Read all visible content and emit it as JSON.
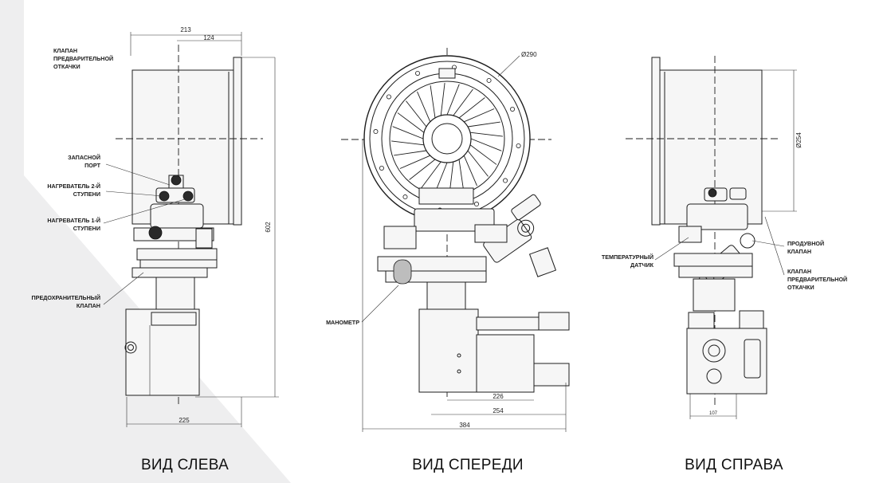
{
  "views": {
    "left": "ВИД СЛЕВА",
    "front": "ВИД СПЕРЕДИ",
    "right": "ВИД СПРАВА"
  },
  "callouts": {
    "left_purge_valve": [
      "КЛАПАН",
      "ПРЕДВАРИТЕЛЬНОЙ",
      "ОТКАЧКИ"
    ],
    "spare_port": [
      "ЗАПАСНОЙ",
      "ПОРТ"
    ],
    "heater_stage2": [
      "НАГРЕВАТЕЛЬ 2-Й",
      "СТУПЕНИ"
    ],
    "heater_stage1": [
      "НАГРЕВАТЕЛЬ 1-Й",
      "СТУПЕНИ"
    ],
    "safety_valve": [
      "ПРЕДОХРАНИТЕЛЬНЫЙ",
      "КЛАПАН"
    ],
    "manometer": [
      "МАНОМЕТР"
    ],
    "temp_sensor": [
      "ТЕМПЕРАТУРНЫЙ",
      "ДАТЧИК"
    ],
    "blow_valve": [
      "ПРОДУВНОЙ",
      "КЛАПАН"
    ],
    "right_purge_valve": [
      "КЛАПАН",
      "ПРЕДВАРИТЕЛЬНОЙ",
      "ОТКАЧКИ"
    ]
  },
  "dimensions": {
    "left_top_width": "213",
    "left_top_offset": "124",
    "left_height": "602",
    "left_bottom_width": "225",
    "front_diameter": "Ø290",
    "front_226": "226",
    "front_254": "254",
    "front_384": "384",
    "right_diameter": "Ø254",
    "right_bottom": "107"
  },
  "colors": {
    "background": "#eeeeef",
    "panel": "#ffffff",
    "line": "#1d1d1d"
  }
}
